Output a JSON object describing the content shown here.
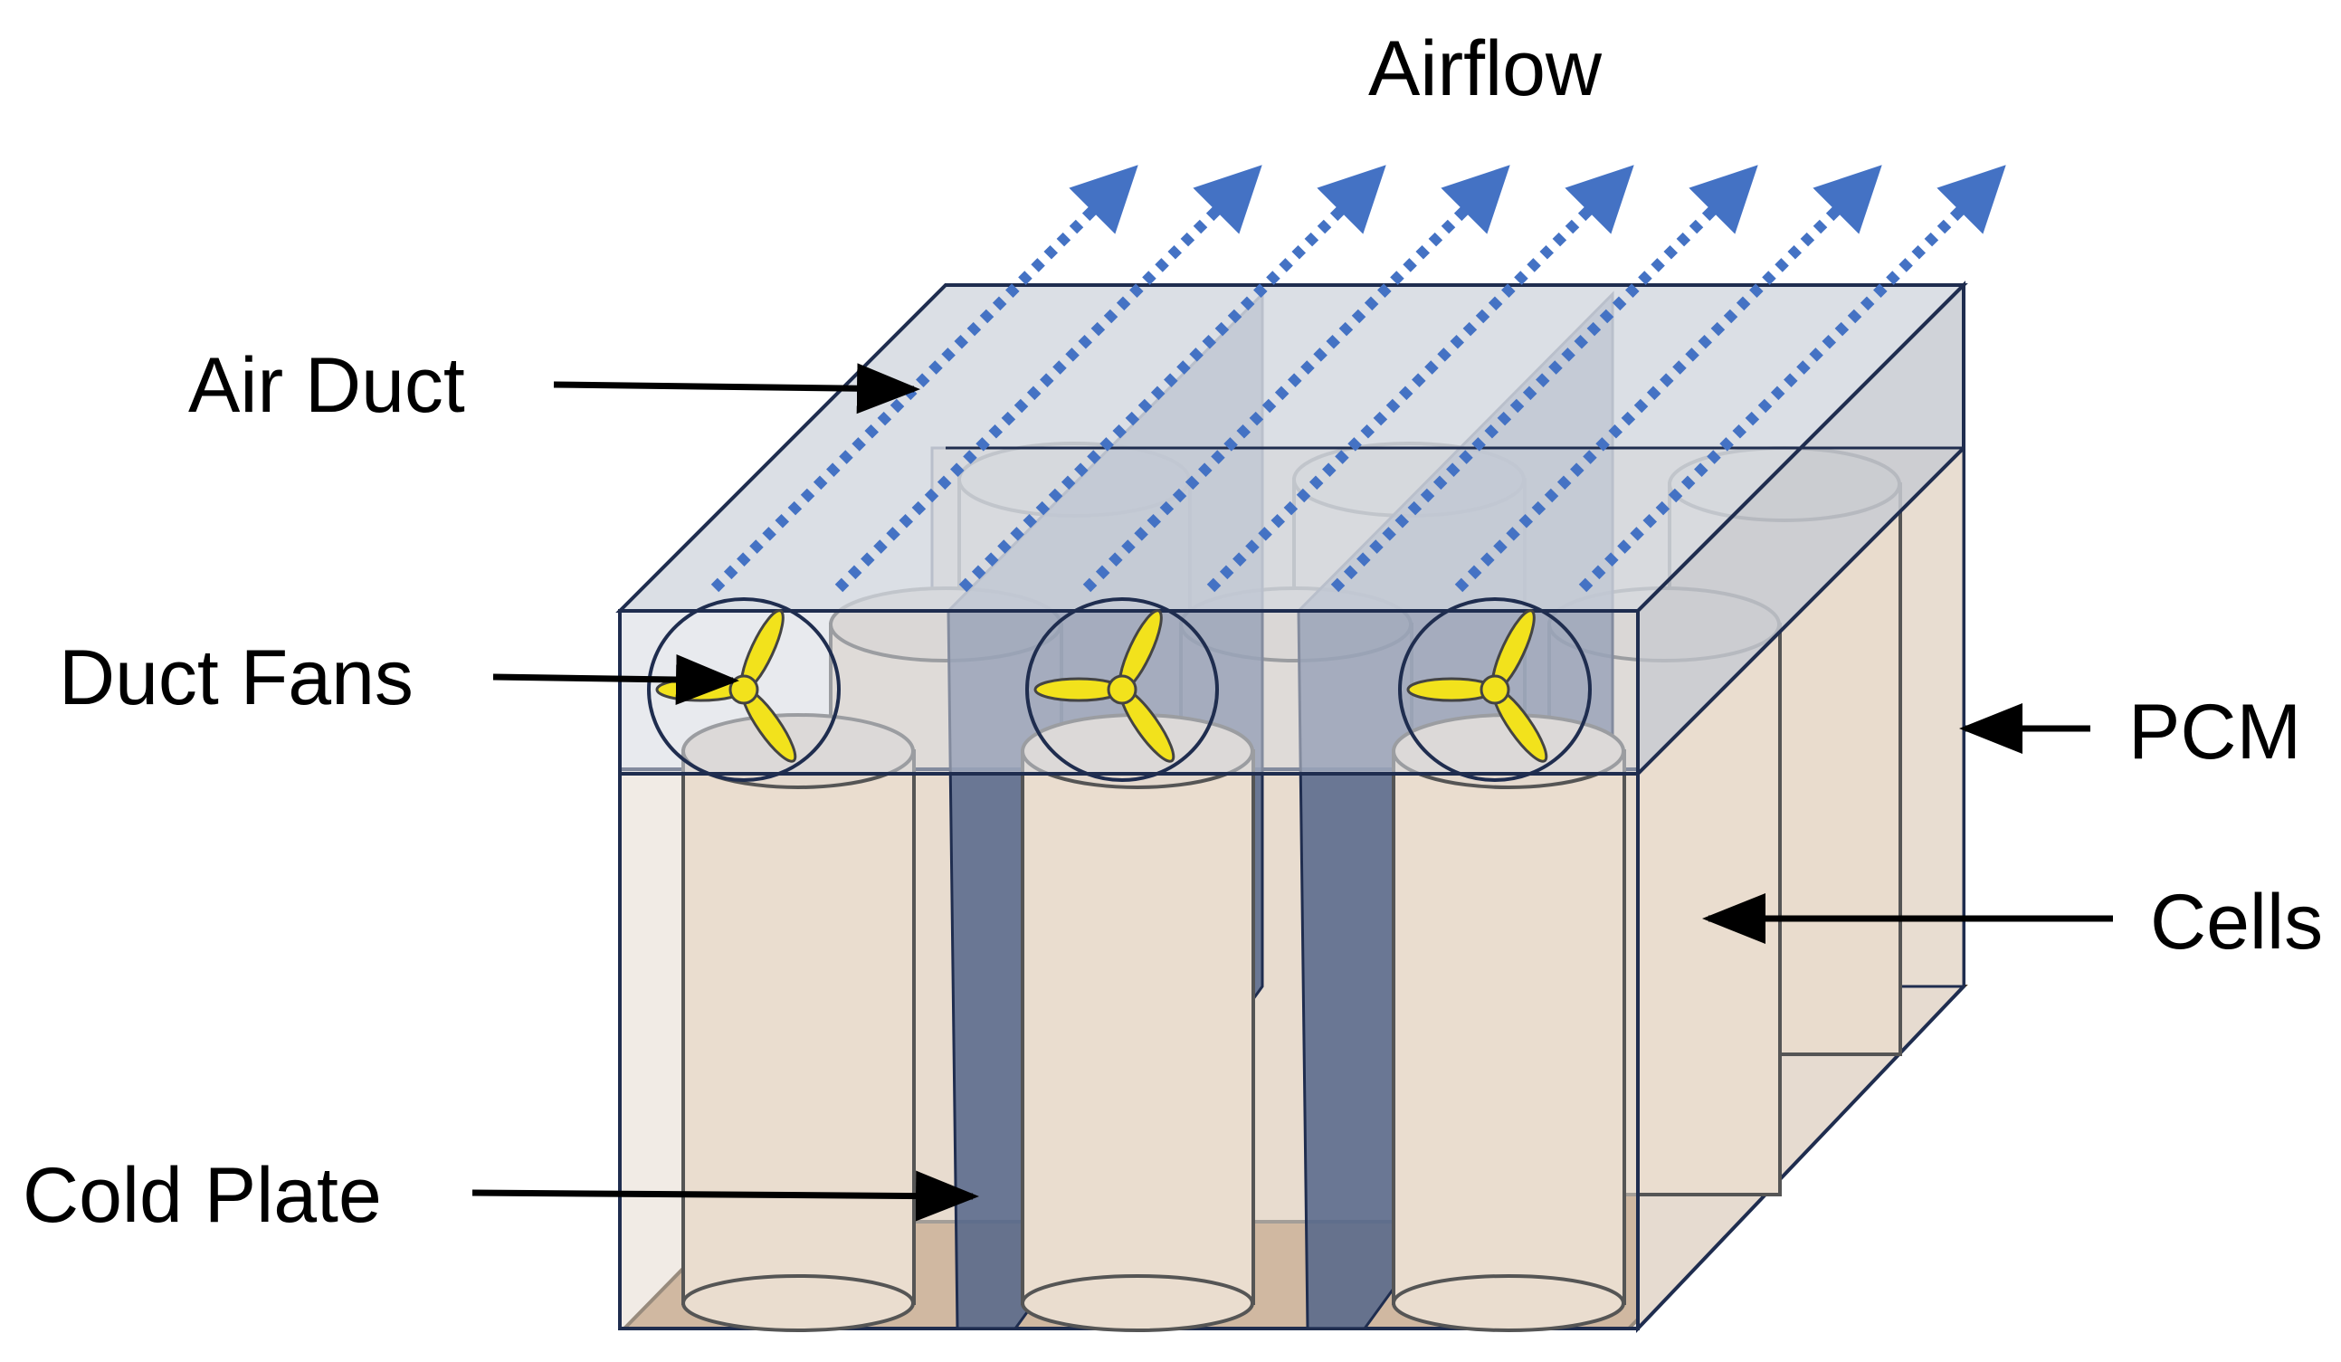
{
  "labels": {
    "airflow": "Airflow",
    "air_duct": "Air Duct",
    "duct_fans": "Duct Fans",
    "cold_plate": "Cold Plate",
    "pcm": "PCM",
    "cells": "Cells"
  },
  "colors": {
    "airflow_arrow": "#4472C4",
    "cell_fill": "#EADDCF",
    "pcm_fill": "#E6DBD0",
    "base_plate": "#B58E68",
    "duct_fill": "#D5D9E0",
    "cold_plate_fill": "#53658A",
    "outline": "#1F2D4F",
    "fan_blade": "#F2E21C",
    "label_arrow": "#000000"
  },
  "airflow_arrow_count": 8,
  "fan_count": 3,
  "cold_plate_count": 2
}
